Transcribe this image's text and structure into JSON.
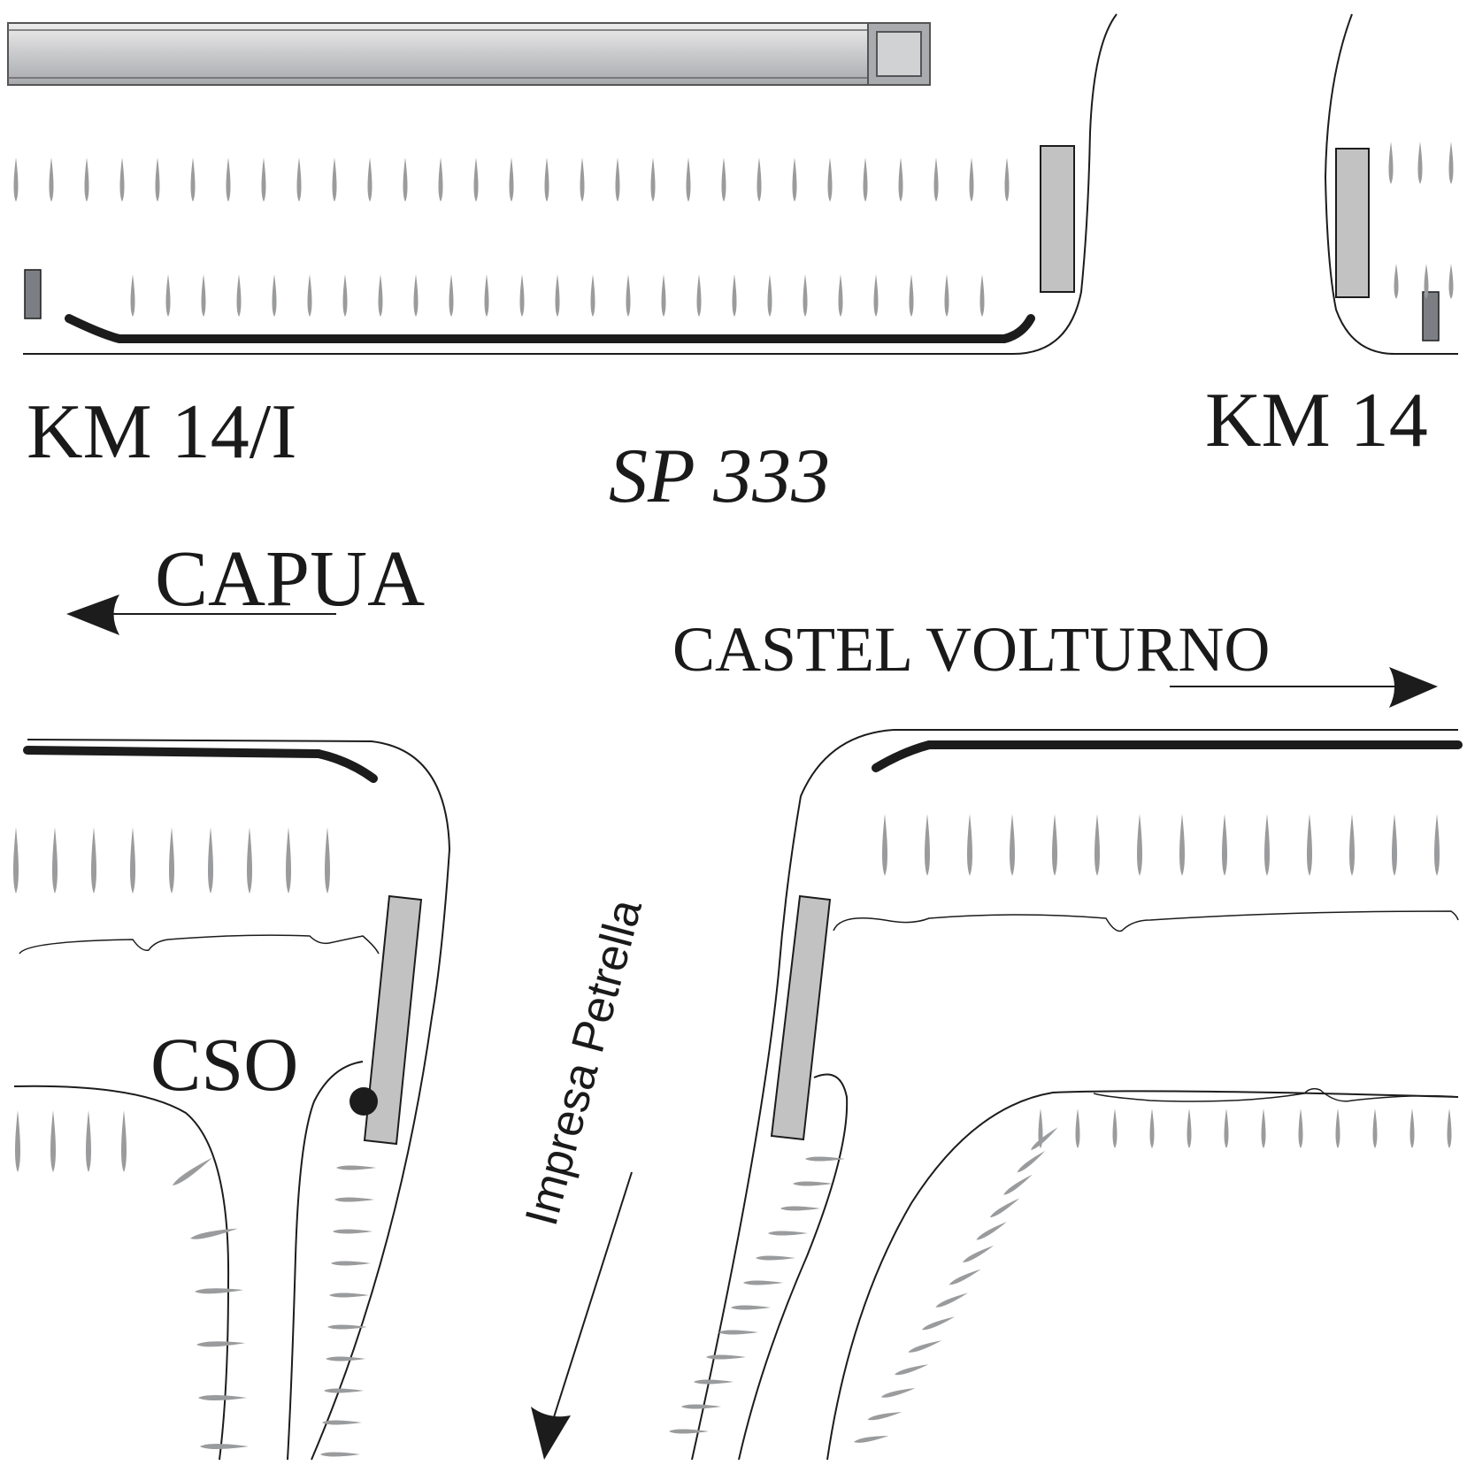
{
  "labels": {
    "km_14_i": "KM 14/I",
    "km_14": "KM 14",
    "road": "SP 333",
    "capua": "CAPUA",
    "castel_volturno": "CASTEL VOLTURNO",
    "cso": "CSO",
    "impresa": "Impresa Petrella"
  },
  "colors": {
    "ink": "#1a1a1a",
    "curb": "#1c1c1c",
    "grass": "#9a9b9d",
    "sidewalk_fill": "#c2c2c2",
    "marker_fill": "#7b7f84",
    "barrier_fill": "#c4c6c8"
  }
}
